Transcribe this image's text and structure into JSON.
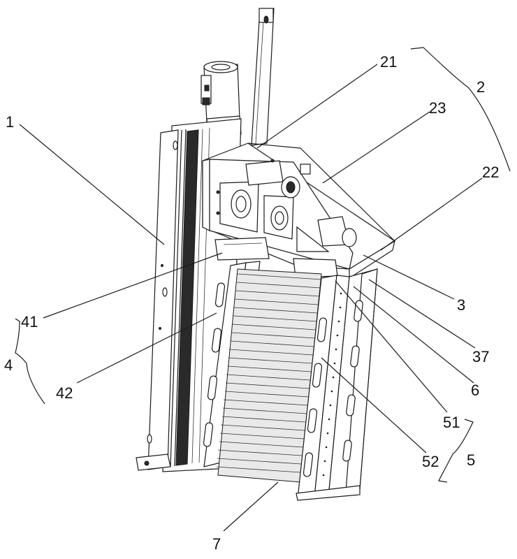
{
  "diagram": {
    "labels": [
      {
        "id": "1",
        "text": "1"
      },
      {
        "id": "2",
        "text": "2"
      },
      {
        "id": "3",
        "text": "3"
      },
      {
        "id": "4",
        "text": "4"
      },
      {
        "id": "5",
        "text": "5"
      },
      {
        "id": "6",
        "text": "6"
      },
      {
        "id": "7",
        "text": "7"
      },
      {
        "id": "21",
        "text": "21"
      },
      {
        "id": "22",
        "text": "22"
      },
      {
        "id": "23",
        "text": "23"
      },
      {
        "id": "37",
        "text": "37"
      },
      {
        "id": "41",
        "text": "41"
      },
      {
        "id": "42",
        "text": "42"
      },
      {
        "id": "51",
        "text": "51"
      },
      {
        "id": "52",
        "text": "52"
      }
    ]
  }
}
